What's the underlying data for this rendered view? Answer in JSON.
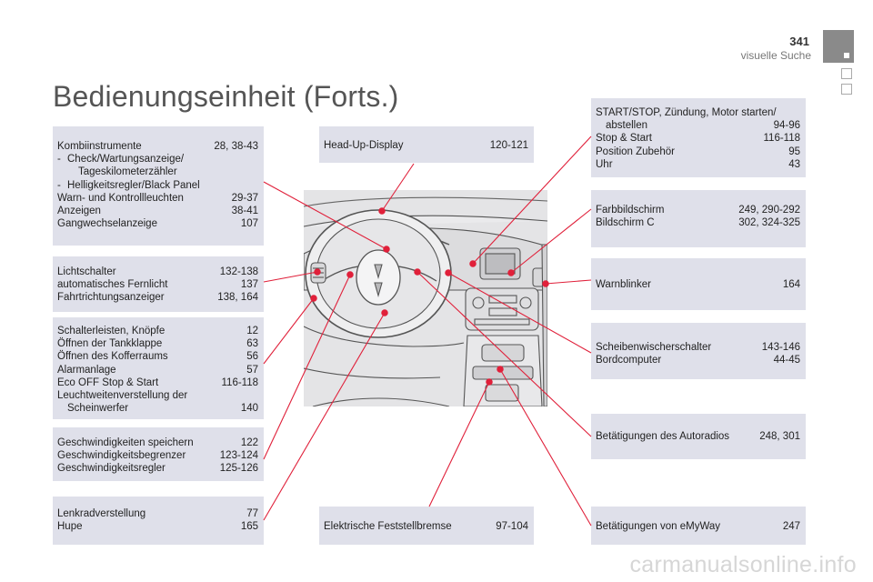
{
  "header": {
    "page_number": "341",
    "section_label": "visuelle Suche",
    "title": "Bedienungseinheit (Forts.)"
  },
  "colors": {
    "box_background": "#dfe0ea",
    "callout_line": "#e0203a",
    "tab_active": "#8a8a8a"
  },
  "boxes": {
    "kombiinstrumente": [
      {
        "label": "Kombiinstrumente",
        "pages": "28, 38-43"
      },
      {
        "label": "Check/Wartungsanzeige/",
        "pages": "",
        "style": "dash"
      },
      {
        "label": "Tageskilometerzähler",
        "pages": "",
        "style": "dashcont"
      },
      {
        "label": "Helligkeitsregler/Black Panel",
        "pages": "",
        "style": "dash"
      },
      {
        "label": "Warn- und Kontrollleuchten",
        "pages": "29-37"
      },
      {
        "label": "Anzeigen",
        "pages": "38-41"
      },
      {
        "label": "Gangwechselanzeige",
        "pages": "107"
      }
    ],
    "lichtschalter": [
      {
        "label": "Lichtschalter",
        "pages": "132-138"
      },
      {
        "label": "automatisches Fernlicht",
        "pages": "137"
      },
      {
        "label": "Fahrtrichtungsanzeiger",
        "pages": "138, 164"
      }
    ],
    "schalterleisten": [
      {
        "label": "Schalterleisten, Knöpfe",
        "pages": "12"
      },
      {
        "label": "Öffnen der Tankklappe",
        "pages": "63"
      },
      {
        "label": "Öffnen des Kofferraums",
        "pages": "56"
      },
      {
        "label": "Alarmanlage",
        "pages": "57"
      },
      {
        "label": "Eco OFF Stop & Start",
        "pages": "116-118"
      },
      {
        "label": "Leuchtweitenverstellung der",
        "pages": ""
      },
      {
        "label": "Scheinwerfer",
        "pages": "140",
        "style": "cont"
      }
    ],
    "geschwindigkeit": [
      {
        "label": "Geschwindigkeiten speichern",
        "pages": "122"
      },
      {
        "label": "Geschwindigkeitsbegrenzer",
        "pages": "123-124"
      },
      {
        "label": "Geschwindigkeitsregler",
        "pages": "125-126"
      }
    ],
    "lenkrad": [
      {
        "label": "Lenkradverstellung",
        "pages": "77"
      },
      {
        "label": "Hupe",
        "pages": "165"
      }
    ],
    "headup": [
      {
        "label": "Head-Up-Display",
        "pages": "120-121"
      }
    ],
    "feststellbremse": [
      {
        "label": "Elektrische Feststellbremse",
        "pages": "97-104"
      }
    ],
    "startstop": [
      {
        "label": "START/STOP, Zündung, Motor starten/",
        "pages": ""
      },
      {
        "label": "abstellen",
        "pages": "94-96",
        "style": "cont"
      },
      {
        "label": "Stop & Start",
        "pages": "116-118"
      },
      {
        "label": "Position Zubehör",
        "pages": "95"
      },
      {
        "label": "Uhr",
        "pages": "43"
      }
    ],
    "farbbildschirm": [
      {
        "label": "Farbbildschirm",
        "pages": "249, 290-292"
      },
      {
        "label": "Bildschirm C",
        "pages": "302, 324-325"
      }
    ],
    "warnblinker": [
      {
        "label": "Warnblinker",
        "pages": "164"
      }
    ],
    "scheibenwischer": [
      {
        "label": "Scheibenwischerschalter",
        "pages": "143-146"
      },
      {
        "label": "Bordcomputer",
        "pages": "44-45"
      }
    ],
    "autoradio": [
      {
        "label": "Betätigungen des Autoradios",
        "pages": "248, 301"
      }
    ],
    "emyway": [
      {
        "label": "Betätigungen von eMyWay",
        "pages": "247"
      }
    ]
  },
  "watermark": "carmanualsonline.info"
}
